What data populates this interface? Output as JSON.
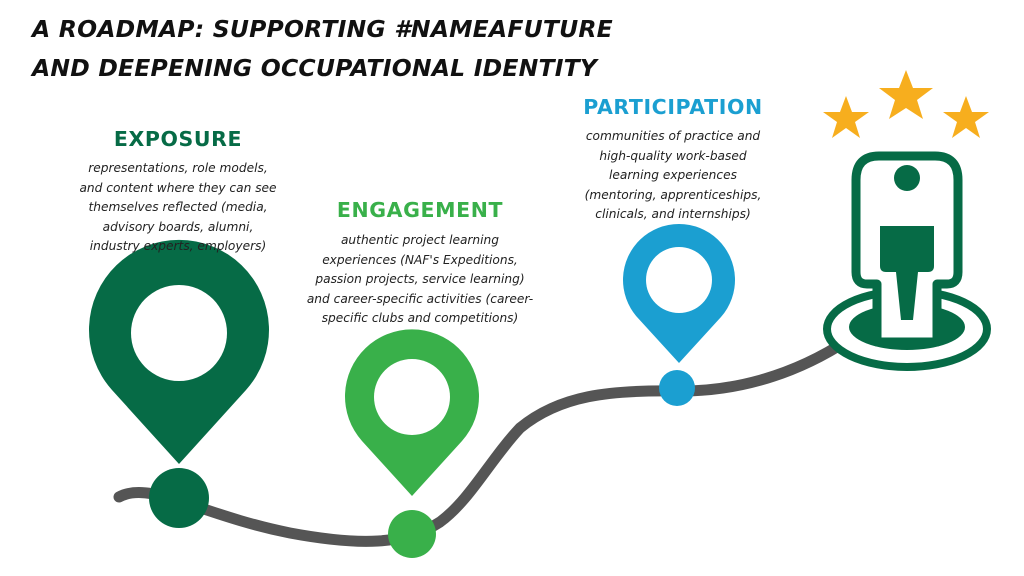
{
  "title": {
    "line1": "A ROADMAP: SUPPORTING #NAMEAFUTURE",
    "line2": "AND DEEPENING OCCUPATIONAL IDENTITY"
  },
  "stages": [
    {
      "title": "EXPOSURE",
      "color": "#066b46",
      "lines": [
        "representations, role models,",
        "and content where they can see",
        "themselves reflected (media,",
        "advisory boards, alumni,",
        "industry experts, employers)"
      ]
    },
    {
      "title": "ENGAGEMENT",
      "color": "#39b04a",
      "lines": [
        "authentic project learning",
        "experiences (NAF's Expeditions,",
        "passion projects, service learning)",
        "and career-specific activities (career-",
        "specific clubs and competitions)"
      ]
    },
    {
      "title": "PARTICIPATION",
      "color": "#1b9fd1",
      "lines": [
        "communities of practice and",
        "high-quality work-based",
        "learning experiences",
        "(mentoring, apprenticeships,",
        "clinicals, and internships)"
      ]
    }
  ],
  "colors": {
    "road": "#555555",
    "star": "#f7ae1e",
    "person": "#066b46"
  },
  "icons": {
    "pins": "map-pin-icon",
    "stars": "star-icon",
    "destination": "person-on-pedestal-icon"
  }
}
